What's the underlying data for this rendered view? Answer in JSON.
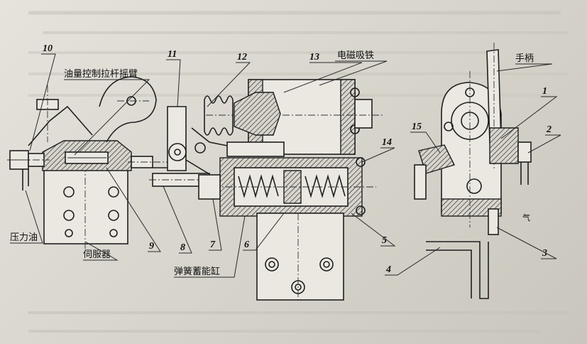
{
  "labels": {
    "oil_lever_arm": "油量控制拉杆摇臂",
    "solenoid": "电磁吸铁",
    "handle": "手柄",
    "pressure_oil": "压力油",
    "servo": "伺服器",
    "spring_cylinder": "弹簧蓄能缸",
    "air_mark": "气"
  },
  "numbers": {
    "n1": "1",
    "n2": "2",
    "n3": "3",
    "n4": "4",
    "n5": "5",
    "n6": "6",
    "n7": "7",
    "n8": "8",
    "n9": "9",
    "n10": "10",
    "n11": "11",
    "n12": "12",
    "n13": "13",
    "n14": "14",
    "n15": "15"
  }
}
